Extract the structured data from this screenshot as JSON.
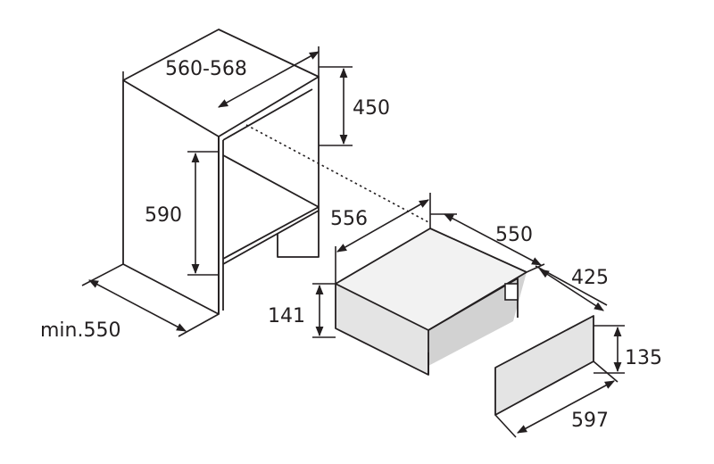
{
  "dimensions": {
    "cabinet_width": "560-568",
    "cabinet_depth": "450",
    "cabinet_height": "590",
    "cabinet_min_depth": "min.550",
    "drawer_width": "556",
    "drawer_depth": "550",
    "drawer_height": "141",
    "front_depth": "425",
    "front_height": "135",
    "front_width": "597"
  },
  "colors": {
    "line": "#231f20",
    "drawer_top": "#f2f2f2",
    "drawer_front": "#e4e4e4",
    "drawer_side": "#d2d2d2"
  }
}
